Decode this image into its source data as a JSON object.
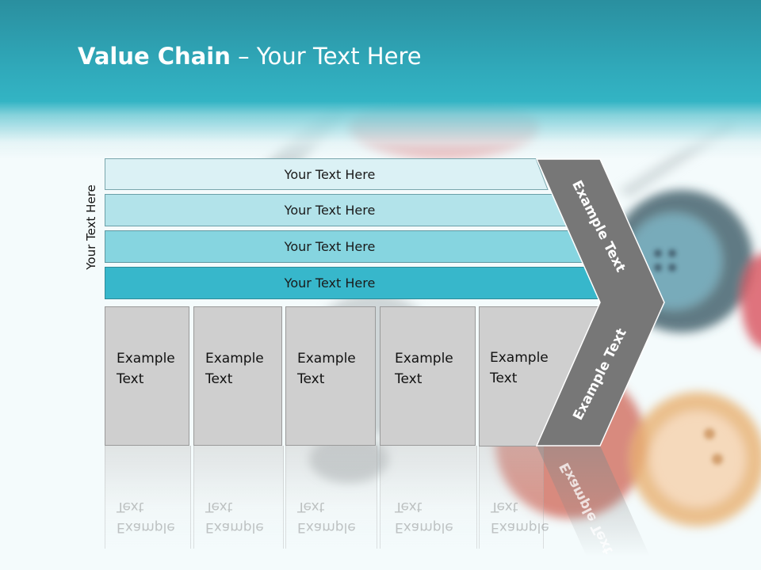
{
  "slide": {
    "title_bold": "Value Chain",
    "title_rest": " – Your Text Here",
    "side_label": "Your Text Here",
    "banners": [
      {
        "label": "Your Text Here",
        "color": "#dbf1f5"
      },
      {
        "label": "Your Text Here",
        "color": "#b2e3ea"
      },
      {
        "label": "Your Text Here",
        "color": "#86d5e0"
      },
      {
        "label": "Your Text Here",
        "color": "#37b7cb"
      }
    ],
    "boxes": [
      {
        "line1": "Example",
        "line2": "Text"
      },
      {
        "line1": "Example",
        "line2": "Text"
      },
      {
        "line1": "Example",
        "line2": "Text"
      },
      {
        "line1": "Example",
        "line2": "Text"
      },
      {
        "line1": "Example",
        "line2": "Text"
      }
    ],
    "chevron": {
      "top_label": "Example Text",
      "bottom_label": "Example Text",
      "color": "#777777"
    },
    "colors": {
      "header": "#30aabb",
      "box_fill": "#cfcfcf"
    }
  }
}
